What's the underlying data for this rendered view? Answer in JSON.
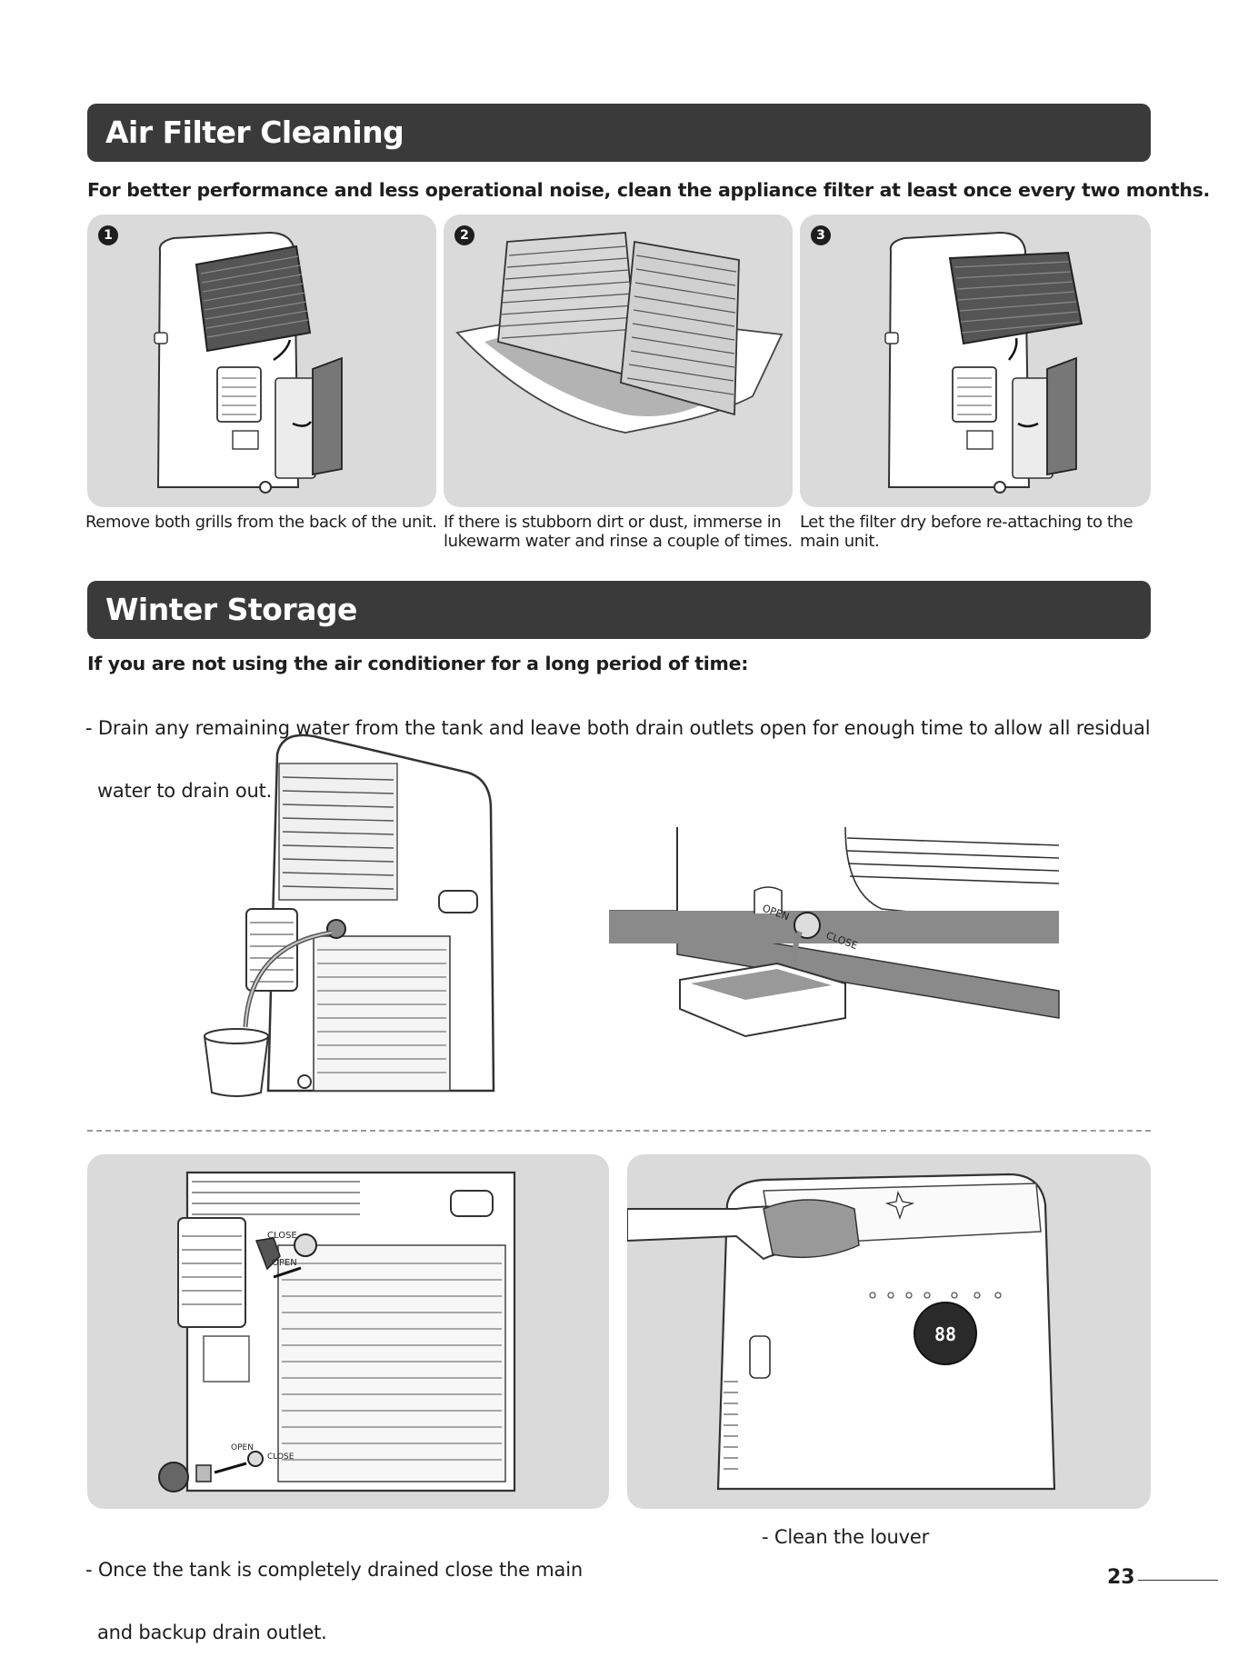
{
  "air_filter": {
    "title": "Air Filter Cleaning",
    "intro": "For better performance and less operational noise,  clean the appliance filter at least once every two months.",
    "steps": [
      {
        "number": "1",
        "caption_lines": [
          "Remove both grills from the back of the unit."
        ]
      },
      {
        "number": "2",
        "caption_lines": [
          "If there is stubborn dirt or dust, immerse in",
          "lukewarm water and rinse a couple of times."
        ]
      },
      {
        "number": "3",
        "caption_lines": [
          "Let the filter dry before re-attaching to the",
          "main unit."
        ]
      }
    ]
  },
  "winter": {
    "title": "Winter Storage",
    "intro": "If you are not using the air conditioner for a long period of time:",
    "drain_lines": [
      "- Drain any remaining water from the tank and leave both drain outlets open for enough time to allow all residual",
      "  water to drain out."
    ],
    "close_lines": [
      "- Once the tank is completely drained close the main",
      "  and backup drain outlet."
    ],
    "louver": "- Clean the louver",
    "labels": {
      "open": "OPEN",
      "close": "CLOSE",
      "display": "88"
    }
  },
  "page_number": "23",
  "colors": {
    "header_bg": "#3a3a3a",
    "panel_bg": "#dadada"
  }
}
